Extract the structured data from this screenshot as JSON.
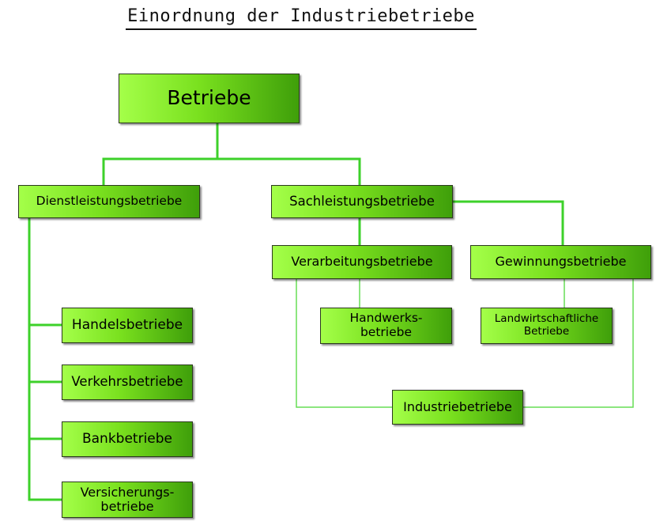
{
  "title": "Einordnung der Industriebetriebe",
  "nodes": {
    "betriebe": "Betriebe",
    "dienstleistungsbetriebe": "Dienstleistungsbetriebe",
    "sachleistungsbetriebe": "Sachleistungsbetriebe",
    "verarbeitungsbetriebe": "Verarbeitungsbetriebe",
    "gewinnungsbetriebe": "Gewinnungsbetriebe",
    "handwerksbetriebe_line1": "Handwerks-",
    "handwerksbetriebe_line2": "betriebe",
    "landwirtschaftliche_line1": "Landwirtschaftliche",
    "landwirtschaftliche_line2": "Betriebe",
    "industriebetriebe": "Industriebetriebe",
    "handelsbetriebe": "Handelsbetriebe",
    "verkehrsbetriebe": "Verkehrsbetriebe",
    "bankbetriebe": "Bankbetriebe",
    "versicherungsbetriebe_line1": "Versicherungs-",
    "versicherungsbetriebe_line2": "betriebe"
  },
  "colors": {
    "box_light": "#a4ff49",
    "box_dark": "#3f9f0a",
    "connector": "#3dd12a",
    "connector_thin": "#66dd55"
  }
}
